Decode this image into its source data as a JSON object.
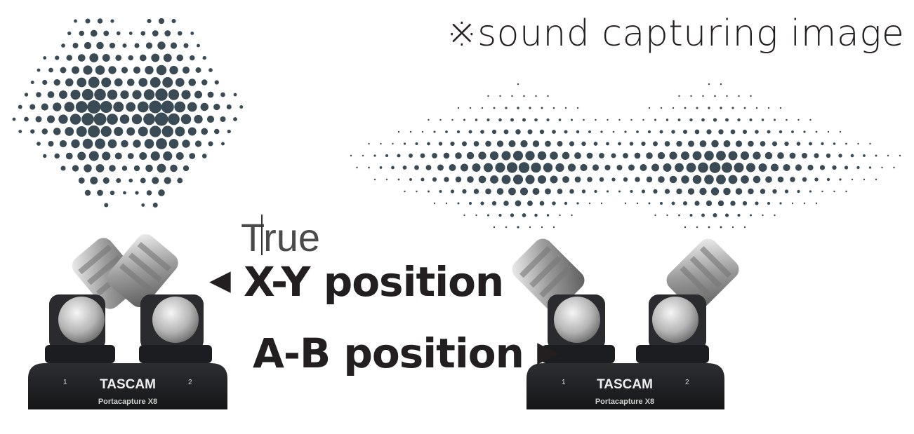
{
  "caption": "※sound capturing image",
  "cursor_text": "True",
  "xy_label": {
    "arrow": "◀",
    "text": "X-Y position"
  },
  "ab_label": {
    "text": "A-B position",
    "arrow": "▶"
  },
  "devices": [
    {
      "brand": "TASCAM",
      "model": "Portacapture X8",
      "ch1": "1",
      "ch2": "2"
    },
    {
      "brand": "TASCAM",
      "model": "Portacapture X8",
      "ch1": "1",
      "ch2": "2"
    }
  ],
  "colors": {
    "dots": "#3a4b55",
    "text": "#231f20",
    "device": "#1e2023"
  }
}
